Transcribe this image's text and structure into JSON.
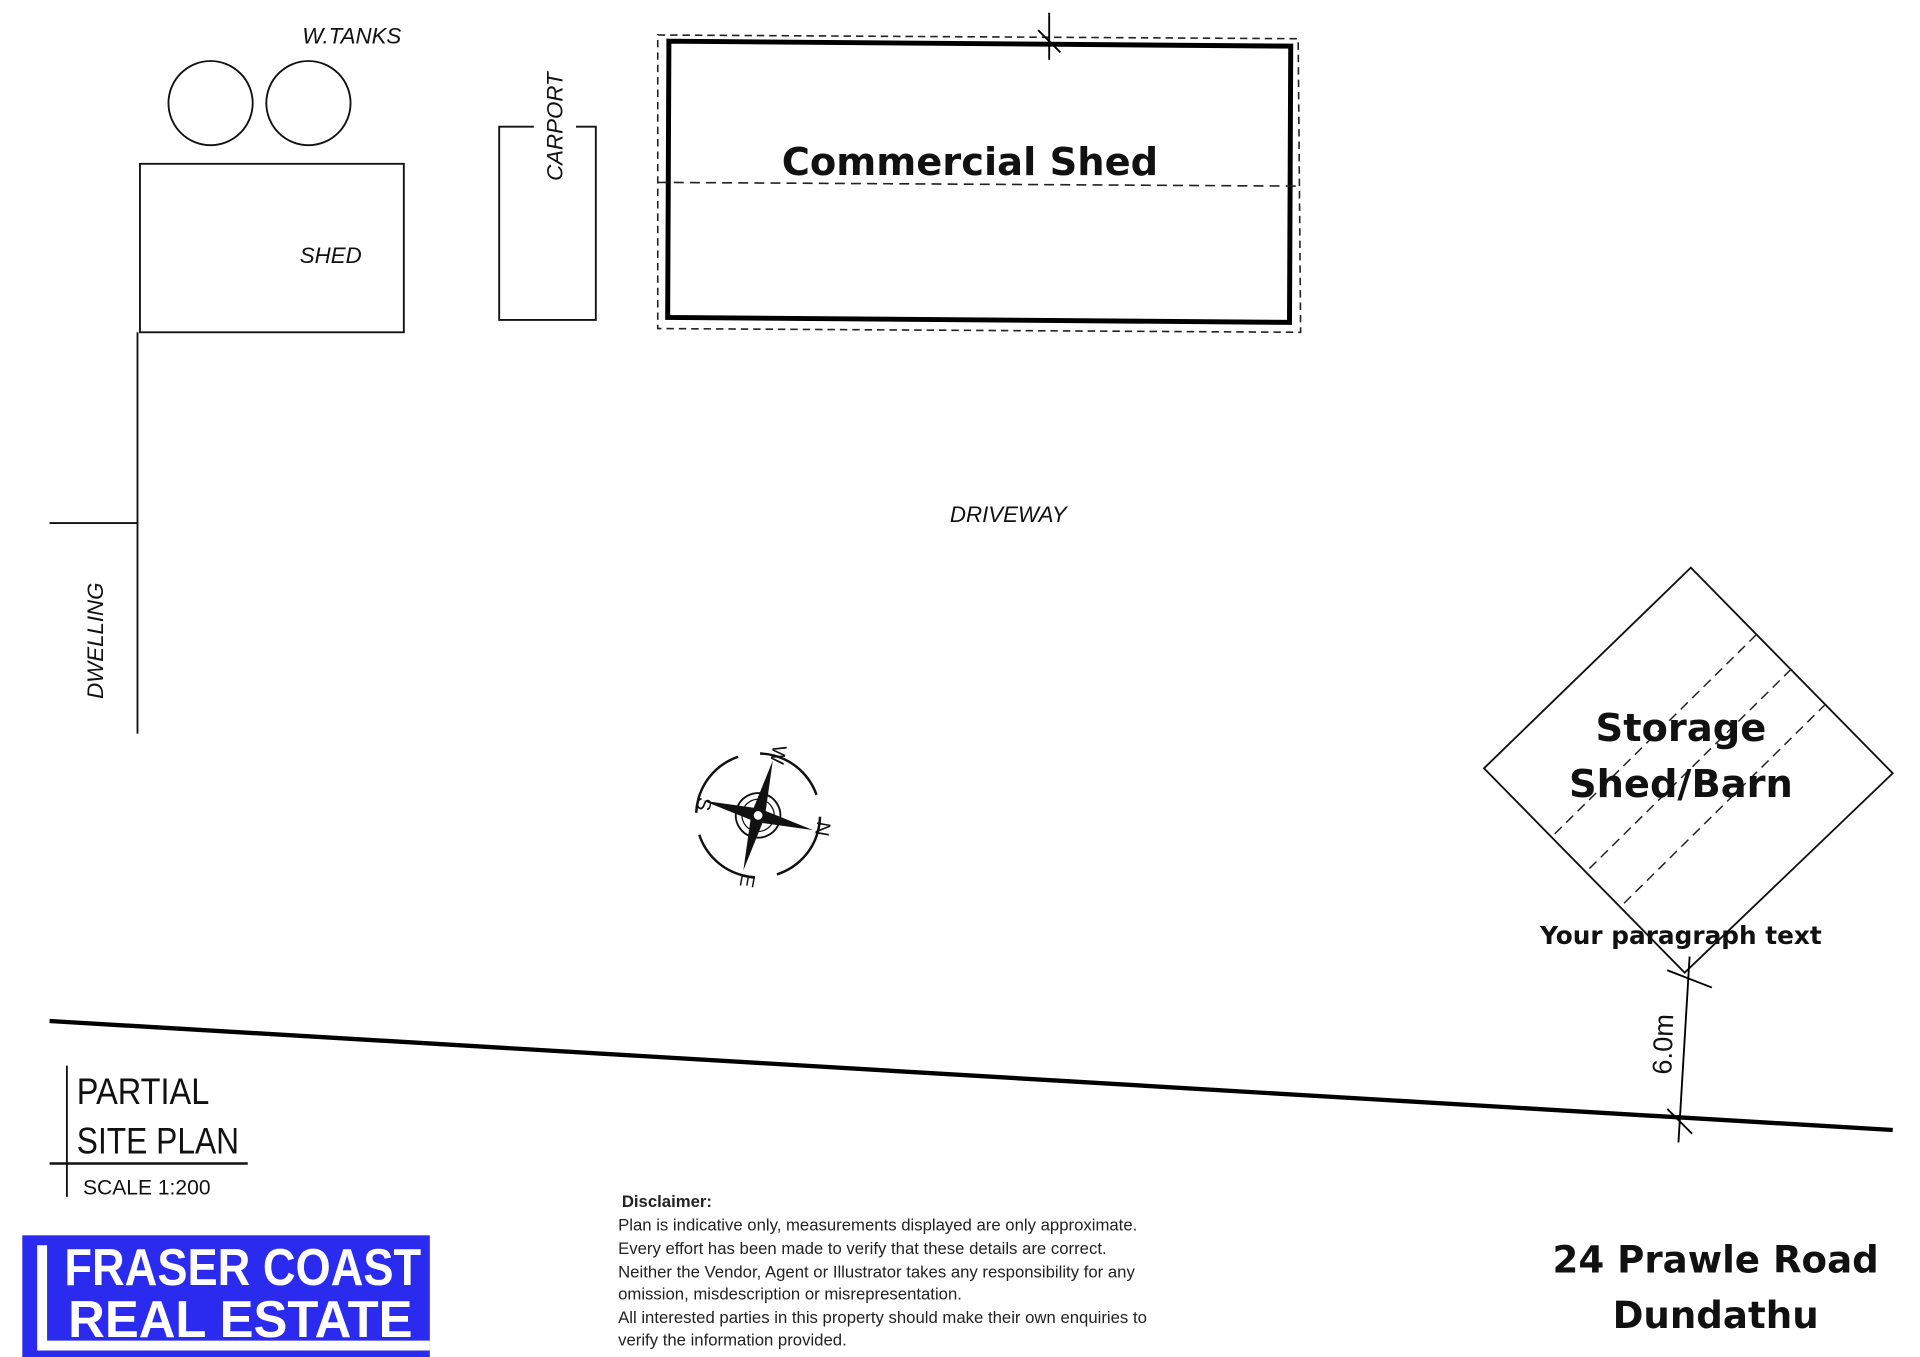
{
  "labels": {
    "water_tanks": "W.TANKS",
    "shed": "SHED",
    "carport": "CARPORT",
    "commercial_shed": "Commercial Shed",
    "driveway": "DRIVEWAY",
    "dwelling": "DWELLING",
    "storage_line1": "Storage",
    "storage_line2": "Shed/Barn",
    "placeholder": "Your paragraph text",
    "setback": "6.0m"
  },
  "compass": {
    "n": "N",
    "s": "S",
    "e": "E",
    "w": "W"
  },
  "title_block": {
    "line1": "PARTIAL",
    "line2": "SITE PLAN",
    "scale": "SCALE 1:200"
  },
  "logo": {
    "line1": "FRASER COAST",
    "line2": "REAL ESTATE",
    "color": "#2b2bef"
  },
  "disclaimer": {
    "heading": "Disclaimer:",
    "lines": [
      "Plan is indicative only, measurements displayed are only approximate.",
      "Every effort has been made to verify that these details are correct.",
      "Neither the Vendor, Agent or Illustrator takes any responsibility for any",
      "omission, misdescription or misrepresentation.",
      "All interested parties in this property should make their own enquiries to",
      "verify the information provided."
    ]
  },
  "address": {
    "line1": "24 Prawle Road",
    "line2": "Dundathu"
  }
}
